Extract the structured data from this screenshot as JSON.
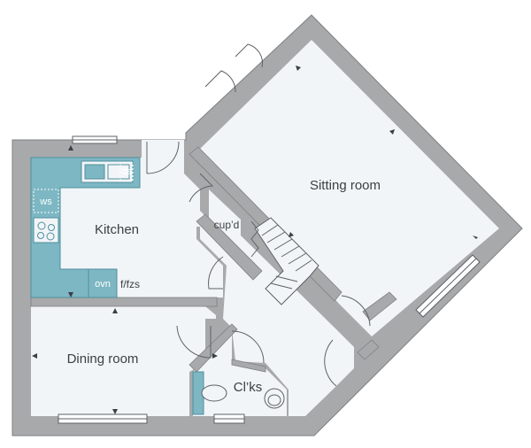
{
  "colors": {
    "wall": "#a8a9ab",
    "wall_edge": "#7e8083",
    "floor": "#f2f5f8",
    "fitting": "#7db7c3",
    "fitting_dark": "#4e8f9d",
    "line": "#5d6166",
    "text": "#3a3f44"
  },
  "rooms": {
    "sitting": "Sitting room",
    "kitchen": "Kitchen",
    "dining": "Dining room",
    "wc": "Cl’ks"
  },
  "labels": {
    "cupboard": "cup’d",
    "fridge_freezer": "f/fzs",
    "oven": "ovn",
    "washer": "ws",
    "dishwasher": "ds"
  }
}
